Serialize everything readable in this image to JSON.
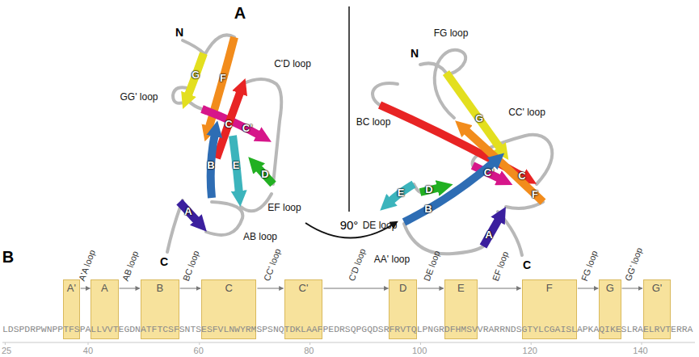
{
  "diagram": {
    "nodes": [
      {
        "text": [
          "A'"
        ]
      },
      {
        "text": [
          "A"
        ]
      },
      {
        "text": [
          "B"
        ]
      },
      {
        "text": [
          "C"
        ]
      },
      {
        "text": [
          "C'"
        ]
      },
      {
        "text": [
          "D"
        ]
      },
      {
        "text": [
          "E"
        ]
      },
      {
        "text": [
          "F"
        ]
      },
      {
        "text": [
          "G"
        ]
      },
      {
        "text": [
          "G'"
        ]
      }
    ],
    "edges": [
      {
        "from": 0,
        "to": 1,
        "arrow": "to",
        "label": "A'A loop"
      },
      {
        "from": 1,
        "to": 2,
        "arrow": "to",
        "label": "AB loop"
      },
      {
        "from": 2,
        "to": 3,
        "arrow": "to",
        "label": "BC loop"
      },
      {
        "from": 3,
        "to": 4,
        "arrow": "to",
        "label": "CC' loop"
      },
      {
        "from": 4,
        "to": 5,
        "arrow": "to",
        "label": "C'D loop"
      },
      {
        "from": 5,
        "to": 6,
        "arrow": "to",
        "label": "DE loop"
      },
      {
        "from": 6,
        "to": 7,
        "arrow": "to",
        "label": "EF loop"
      },
      {
        "from": 7,
        "to": 8,
        "arrow": "to",
        "label": "FG loop"
      },
      {
        "from": 8,
        "to": 9,
        "arrow": "to",
        "label": "GG' loop"
      }
    ],
    "labels": [
      "A",
      "N",
      "GG' loop",
      "G",
      "F",
      "C",
      "C'D loop",
      "C'",
      "B",
      "E",
      "D",
      "EF loop",
      "A",
      "AB loop",
      "C",
      "N",
      "FG loop",
      "BC loop",
      "G",
      "CC' loop",
      "C'",
      "C",
      "F",
      "DE loop",
      "E",
      "D",
      "B",
      "AA' loop",
      "A",
      "C",
      "90°",
      "B",
      "LDSPDRPWNPPTFSPALLVVTEGDNATFTCSFSNTSESFVLNWYRMSPSNQTDKLAAFPEDRSQPGQDSRFRVTQLPNGRDFHMSVVRARRNDSGTYLCGAISLAPKAQIKESLRAELRVTERRA",
      "25",
      "40",
      "60",
      "80",
      "100",
      "120",
      "140"
    ]
  }
}
